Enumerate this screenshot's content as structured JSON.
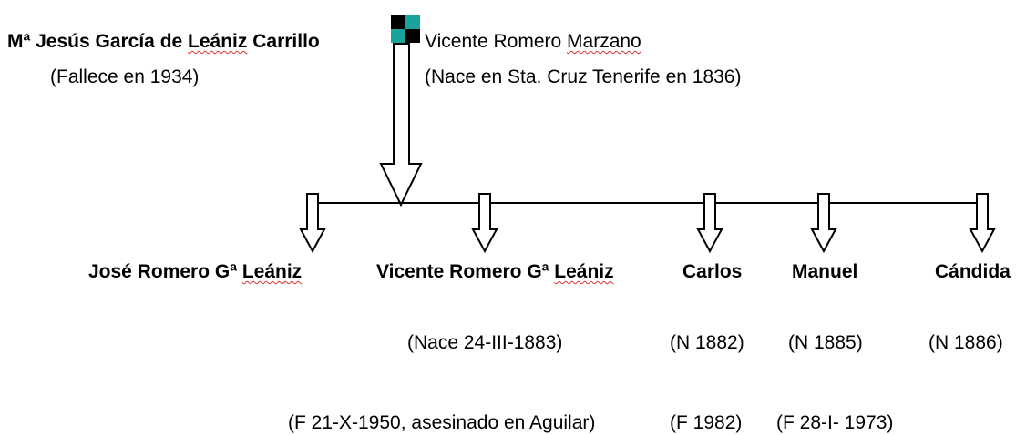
{
  "parents": {
    "mother": {
      "prefix": "Mª Jesús García de ",
      "surname": "Leániz",
      "suffix": " Carrillo",
      "note": "(Fallece en 1934)"
    },
    "father": {
      "first": "Vicente Romero ",
      "surname": "Marzano",
      "note": "(Nace en Sta. Cruz Tenerife en 1836)"
    },
    "marriage_icon_colors": [
      "#000000",
      "#1aa39a",
      "#1aa39a",
      "#000000"
    ]
  },
  "children": [
    {
      "name_prefix": "José Romero Gª ",
      "name_squiggle": "Leániz",
      "born": "",
      "died": ""
    },
    {
      "name_prefix": "Vicente Romero Gª ",
      "name_squiggle": "Leániz",
      "born": "(Nace 24-III-1883)",
      "died": "(F  21-X-1950, asesinado en Aguilar)"
    },
    {
      "name_prefix": "Carlos",
      "name_squiggle": "",
      "born": "(N 1882)",
      "died": "(F 1982)"
    },
    {
      "name_prefix": "Manuel",
      "name_squiggle": "",
      "born": "(N 1885)",
      "died": "(F 28-I- 1973)"
    },
    {
      "name_prefix": "Cándida",
      "name_squiggle": "",
      "born": "(N 1886)",
      "died": ""
    }
  ]
}
